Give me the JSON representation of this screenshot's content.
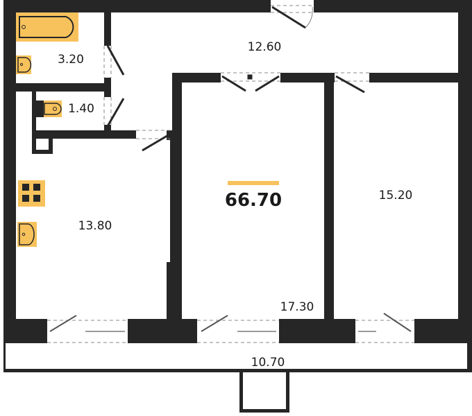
{
  "plan": {
    "total_area": "66.70",
    "accent_color": "#F7C25C",
    "wall_color": "#262626",
    "rooms": [
      {
        "id": "bathroom",
        "area": "3.20"
      },
      {
        "id": "toilet",
        "area": "1.40"
      },
      {
        "id": "hallway",
        "area": "12.60"
      },
      {
        "id": "kitchen",
        "area": "13.80"
      },
      {
        "id": "living-room",
        "area": "17.30"
      },
      {
        "id": "bedroom",
        "area": "15.20"
      },
      {
        "id": "balcony",
        "area": "10.70"
      }
    ],
    "fixtures": [
      "bathtub-icon",
      "sink-icon",
      "toilet-icon",
      "stove-icon",
      "kitchen-sink-icon"
    ]
  }
}
